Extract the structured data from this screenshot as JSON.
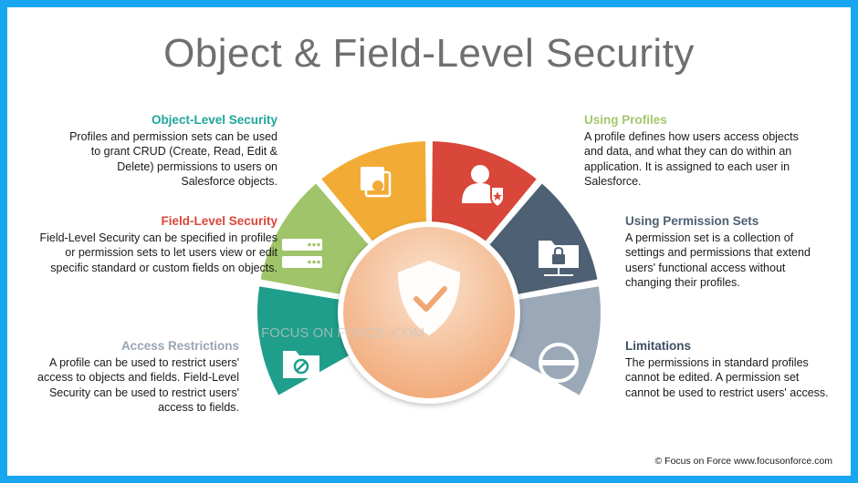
{
  "title": "Object & Field-Level Security",
  "watermark": "FOCUS ON FORCE .COM",
  "copyright": "© Focus on Force www.focusonforce.com",
  "sections": [
    {
      "key": "object_level",
      "heading": "Object-Level Security",
      "color": "#1fa69a",
      "text": "Profiles and permission sets can be used to grant CRUD (Create, Read, Edit & Delete) permissions to users on Salesforce objects.",
      "icon": "object-layers-icon",
      "wedge_color": "#f2ac36"
    },
    {
      "key": "field_level",
      "heading": "Field-Level Security",
      "color": "#d8473a",
      "text": "Field-Level Security can be specified in profiles or permission sets to let users view or edit specific standard or custom fields on objects.",
      "icon": "server-icon",
      "wedge_color": "#9fc46a"
    },
    {
      "key": "access_restrictions",
      "heading": "Access Restrictions",
      "color": "#9aa5b3",
      "text": "A profile can be used to restrict users' access to objects and fields. Field-Level Security can be used to restrict users' access to fields.",
      "icon": "folder-restrict-icon",
      "wedge_color": "#1f9e8c"
    },
    {
      "key": "using_profiles",
      "heading": "Using Profiles",
      "color": "#a3c76d",
      "text": "A profile defines how users access objects and data, and what they can do within an application. It is assigned to each user in Salesforce.",
      "icon": "user-badge-icon",
      "wedge_color": "#d8473a"
    },
    {
      "key": "permission_sets",
      "heading": "Using Permission Sets",
      "color": "#4e6073",
      "text": "A permission set is a collection of settings and permissions that extend users' functional access without changing their profiles.",
      "icon": "lock-folder-icon",
      "wedge_color": "#4e6073"
    },
    {
      "key": "limitations",
      "heading": "Limitations",
      "color": "#3d4f63",
      "text": "The permissions in standard profiles cannot be edited. A permission set cannot be used to restrict users' access.",
      "icon": "no-entry-icon",
      "wedge_color": "#9aa8b7"
    }
  ],
  "center": {
    "icon": "shield-check-icon"
  }
}
